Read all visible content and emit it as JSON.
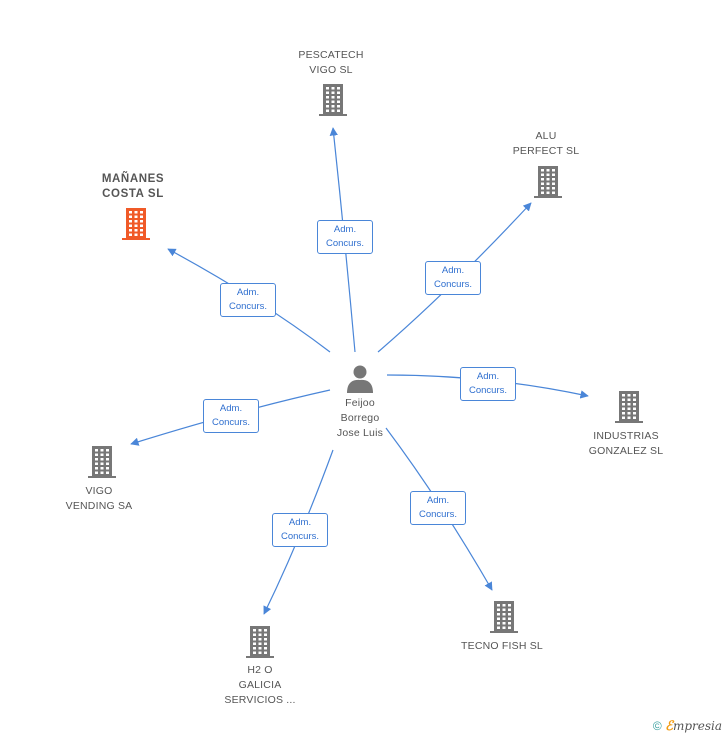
{
  "center": {
    "label": "Feijoo\nBorrego\nJose Luis",
    "icon": "person-icon"
  },
  "companies": [
    {
      "id": "manianes",
      "label": "MAÑANES\nCOSTA SL",
      "focus": true
    },
    {
      "id": "pescatech",
      "label": "PESCATECH\nVIGO SL"
    },
    {
      "id": "alu",
      "label": "ALU\nPERFECT SL"
    },
    {
      "id": "industrias",
      "label": "INDUSTRIAS\nGONZALEZ SL"
    },
    {
      "id": "tecnofish",
      "label": "TECNO FISH SL"
    },
    {
      "id": "h2o",
      "label": "H2 O\nGALICIA\nSERVICIOS ..."
    },
    {
      "id": "vigovending",
      "label": "VIGO\nVENDING SA"
    }
  ],
  "relations": [
    {
      "to": "manianes",
      "label": "Adm.\nConcurs."
    },
    {
      "to": "pescatech",
      "label": "Adm.\nConcurs."
    },
    {
      "to": "alu",
      "label": "Adm.\nConcurs."
    },
    {
      "to": "industrias",
      "label": "Adm.\nConcurs."
    },
    {
      "to": "tecnofish",
      "label": "Adm.\nConcurs."
    },
    {
      "to": "h2o",
      "label": "Adm.\nConcurs."
    },
    {
      "to": "vigovending",
      "label": "Adm.\nConcurs."
    }
  ],
  "colors": {
    "edge": "#4a86d8",
    "building": "#777777",
    "focus_building": "#f05a28",
    "person": "#777777"
  },
  "footer": {
    "copyright": "©",
    "brand_e": "ℰ",
    "brand_rest": "mpresia"
  }
}
